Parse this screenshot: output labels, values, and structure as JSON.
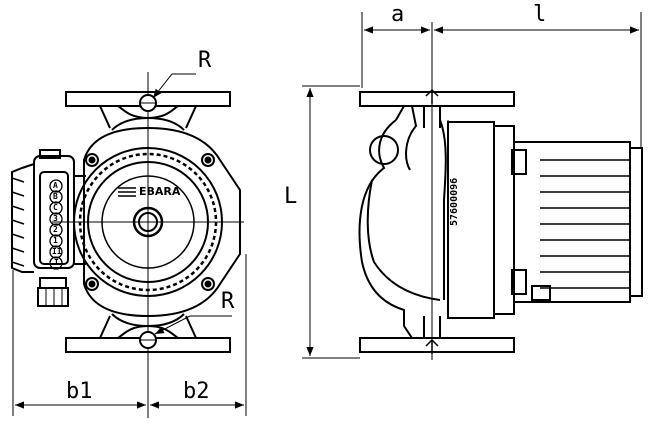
{
  "drawing": {
    "front_view": {
      "radius_top": "R",
      "radius_bottom": "R",
      "brand": "EBARA",
      "speed_marks": [
        "A",
        "B",
        "C",
        "3",
        "2",
        "1",
        "II",
        "I"
      ]
    },
    "side_view": {
      "vertical_code": "57600096"
    },
    "dimensions": {
      "a": "a",
      "l": "l",
      "L": "L",
      "b1": "b1",
      "b2": "b2"
    }
  }
}
